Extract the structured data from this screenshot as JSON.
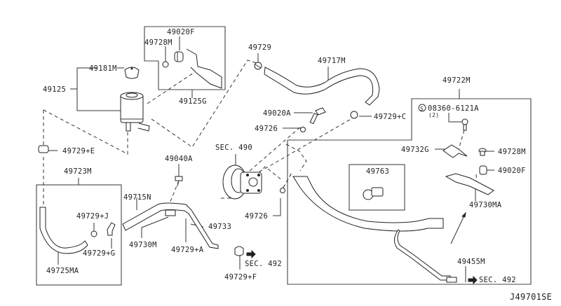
{
  "diagram": {
    "title": "Power Steering Piping",
    "figure_id": "J49701SE",
    "colors": {
      "line": "#222222",
      "background": "#ffffff"
    },
    "labels": {
      "p49020F_top": "49020F",
      "p49728M_top": "49728M",
      "p49181M": "49181M",
      "p49125": "49125",
      "p49125G": "49125G",
      "p49729": "49729",
      "p49717M": "49717M",
      "p49020A": "49020A",
      "p49729C": "49729+C",
      "p49726_top": "49726",
      "sec490": "SEC. 490",
      "p49729E": "49729+E",
      "p49040A": "49040A",
      "p49723M": "49723M",
      "p49715N": "49715N",
      "p49729J": "49729+J",
      "p49733": "49733",
      "p49730M": "49730M",
      "p49729A": "49729+A",
      "p49729G": "49729+G",
      "p49726_bottom": "49726",
      "p49725MA": "49725MA",
      "sec492_left": "SEC. 492",
      "p49729F": "49729+F",
      "p49722M": "49722M",
      "p08360": "08360-6121A",
      "p08360_qty": "(2)",
      "p49732G": "49732G",
      "p49728M_right": "49728M",
      "p49020F_right": "49020F",
      "p49763": "49763",
      "p49730MA": "49730MA",
      "p49455M": "49455M",
      "sec492_right": "SEC. 492",
      "standard_part_symbol": "S"
    }
  }
}
